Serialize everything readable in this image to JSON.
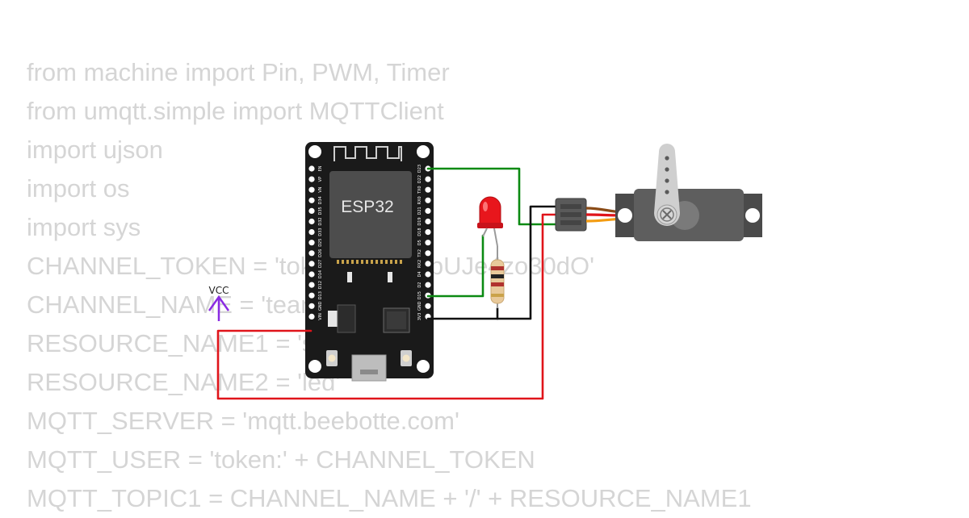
{
  "code_lines": [
    "from machine import Pin, PWM, Timer",
    "from umqtt.simple import MQTTClient",
    "import ujson",
    "import os",
    "import sys",
    "CHANNEL_TOKEN = 'token_xxxxxxbUJe4zo30dO'",
    "CHANNEL_NAME = 'team_channel'",
    "RESOURCE_NAME1 = 'servo'",
    "RESOURCE_NAME2 = 'led'",
    "MQTT_SERVER = 'mqtt.beebotte.com'",
    "MQTT_USER = 'token:' + CHANNEL_TOKEN",
    "MQTT_TOPIC1 = CHANNEL_NAME + '/' + RESOURCE_NAME1"
  ],
  "board": {
    "label": "ESP32",
    "left_pins": [
      "EN",
      "VP",
      "VN",
      "D34",
      "D35",
      "D32",
      "D33",
      "D25",
      "D26",
      "D27",
      "D14",
      "D12",
      "D13",
      "GND",
      "VIN"
    ],
    "right_pins": [
      "D23",
      "D22",
      "TX0",
      "RX0",
      "D21",
      "D19",
      "D18",
      "D5",
      "TX2",
      "RX2",
      "D4",
      "D2",
      "D15",
      "GND",
      "3V3"
    ]
  },
  "vcc_label": "VCC",
  "colors": {
    "board": "#1a1a1a",
    "chip": "#4d4d4d",
    "wire_green": "#0b8a12",
    "wire_red": "#e0141a",
    "wire_black": "#111111",
    "vcc_purple": "#8a2be2",
    "led": "#e8161c",
    "servo_body": "#5a5a5a"
  }
}
